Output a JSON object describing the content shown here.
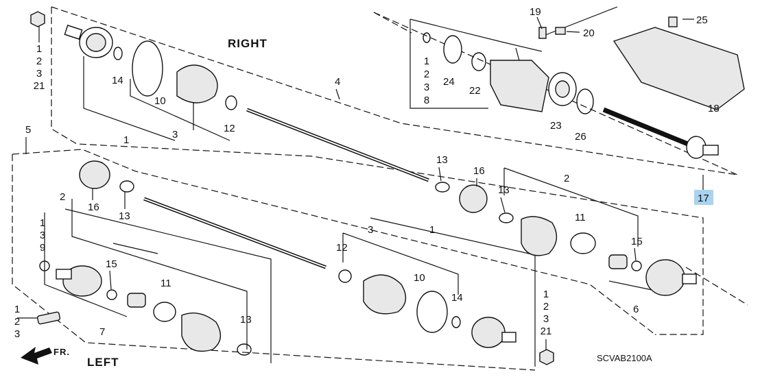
{
  "diagram": {
    "side_right": "RIGHT",
    "side_left": "LEFT",
    "front_arrow": "FR.",
    "drawing_code": "SCVAB2100A",
    "callouts": {
      "p4": "4",
      "p5": "5",
      "p17": "17",
      "p18": "18",
      "p19": "19",
      "p20": "20",
      "p22": "22",
      "p23": "23",
      "p24": "24",
      "p25": "25",
      "p26": "26",
      "r1": "1",
      "r3": "3",
      "r10": "10",
      "r12": "12",
      "r14": "14",
      "r13": "13",
      "r16": "16",
      "l16": "16",
      "l13": "13",
      "l2": "2",
      "l7": "7",
      "l11": "11",
      "l13b": "13",
      "l15": "15",
      "rb2": "2",
      "rb13": "13",
      "rb11": "11",
      "rb15": "15",
      "rb6": "6",
      "lb3": "3",
      "lb1": "1",
      "lb12": "12",
      "lb10": "10",
      "lb14": "14"
    },
    "stacks": {
      "nut_top": [
        "1",
        "2",
        "3",
        "21"
      ],
      "bracket": [
        "1",
        "2",
        "3",
        "8"
      ],
      "left_top": [
        "1",
        "3",
        "9"
      ],
      "grease": [
        "1",
        "2",
        "3"
      ],
      "nut_bottom": [
        "1",
        "2",
        "3",
        "21"
      ]
    }
  }
}
